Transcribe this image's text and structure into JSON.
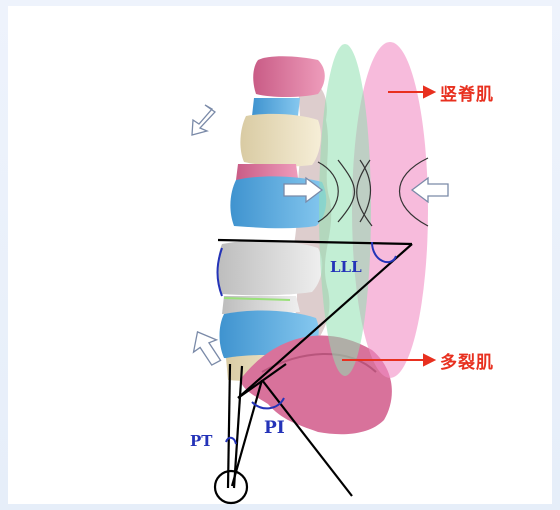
{
  "muscles": {
    "erector_spinae": "竖脊肌",
    "multifidus": "多裂肌"
  },
  "angles": {
    "lll": "LLL",
    "pt": "PT",
    "pi": "PI"
  },
  "colors": {
    "red_label": "#e8301f",
    "blue_label": "#2433b8",
    "erector_ellipse": "#f08fc4",
    "multifidus_ellipse": "#8fe0b0",
    "vertebra_pink": "#e07aa0",
    "vertebra_cream": "#efe4c6",
    "vertebra_blue": "#58aee0",
    "vertebra_gray": "#dcdcdc",
    "sacrum": "#d96b95"
  }
}
